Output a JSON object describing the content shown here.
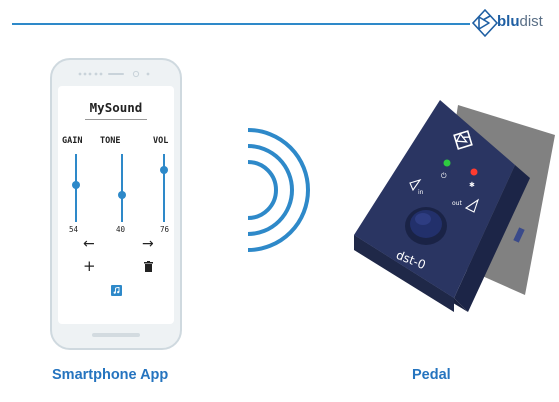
{
  "brand": {
    "name_part1": "blu",
    "name_part2": "dist"
  },
  "app": {
    "title": "MySound",
    "sliders": [
      {
        "label": "GAIN",
        "value": "54",
        "level": 0.54
      },
      {
        "label": "TONE",
        "value": "40",
        "level": 0.4
      },
      {
        "label": "VOL",
        "value": "76",
        "level": 0.76
      }
    ]
  },
  "pedal": {
    "name": "dst-0",
    "in_label": "in",
    "out_label": "out"
  },
  "captions": {
    "phone": "Smartphone App",
    "pedal": "Pedal"
  },
  "colors": {
    "accent": "#2e89c9",
    "pedal_body": "#2a3562",
    "caption": "#2574bf"
  }
}
